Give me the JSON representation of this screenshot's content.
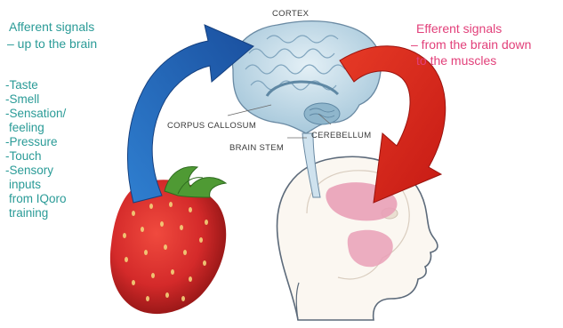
{
  "afferent": {
    "title_line1": "Afferent signals",
    "title_line2": "– up to the brain",
    "color": "#2a9b97",
    "items": [
      "-Taste",
      "-Smell",
      "-Sensation/",
      " feeling",
      "-Pressure",
      "-Touch",
      "-Sensory",
      " inputs",
      " from IQoro",
      " training"
    ]
  },
  "efferent": {
    "title_line1": "Efferent signals",
    "title_line2": "– from the brain down",
    "title_line3": "to the muscles",
    "color": "#e2407a"
  },
  "labels": {
    "cortex": "CORTEX",
    "corpus_callosum": "CORPUS CALLOSUM",
    "cerebellum": "CEREBELLUM",
    "brain_stem": "BRAIN STEM"
  },
  "icons": {
    "afferent_arrow": "blue-curved-arrow-icon",
    "efferent_arrow": "red-curved-arrow-icon",
    "strawberry": "strawberry-icon",
    "brain": "brain-icon",
    "head": "head-silhouette-icon"
  },
  "colors": {
    "afferent_arrow": "#1f63b5",
    "efferent_arrow": "#e32a1e",
    "strawberry": "#d42a2a",
    "brain": "#a9cde0"
  }
}
